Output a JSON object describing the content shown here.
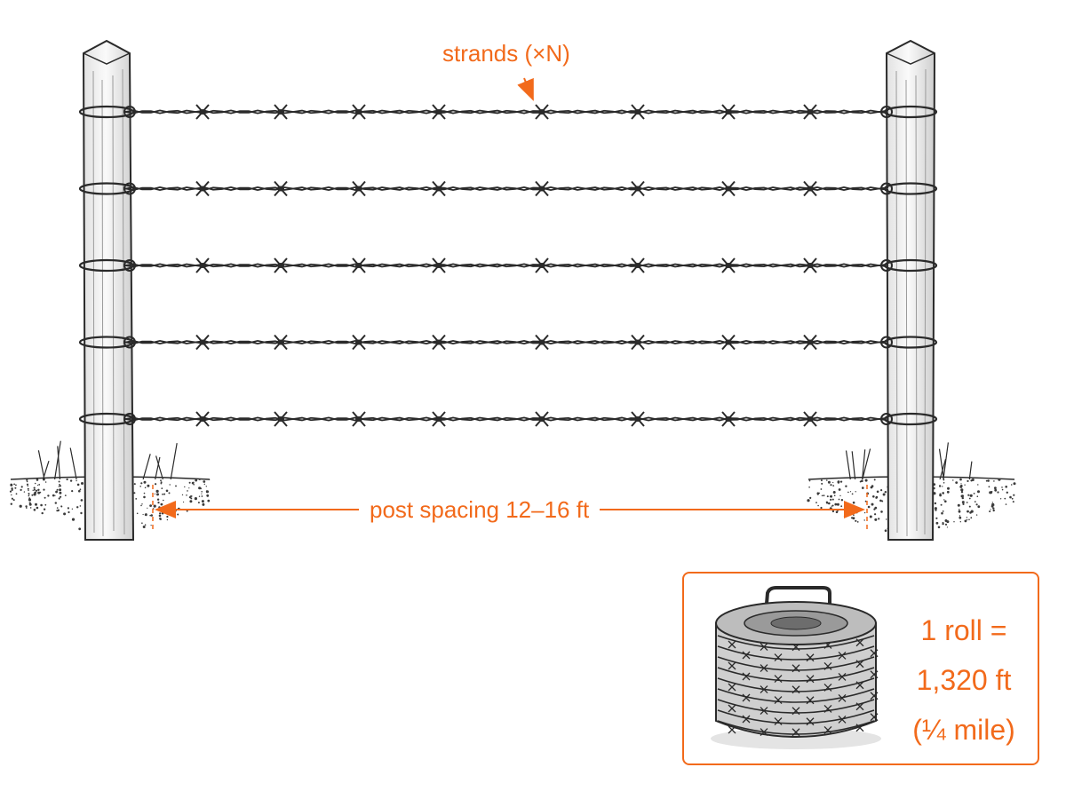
{
  "labels": {
    "strands": "strands (×N)",
    "post_spacing": "post spacing 12–16 ft"
  },
  "roll": {
    "line1": "1 roll =",
    "line2": "1,320 ft",
    "line3": "(¼ mile)"
  },
  "fence": {
    "strand_count": 5,
    "barbs_per_strand": 8
  },
  "colors": {
    "accent": "#f26a1b",
    "ink": "#2a2a2a",
    "post_fill": "#f3f3f3"
  },
  "icons": [
    "fence-post-icon",
    "barbed-wire-roll-icon",
    "grass-tuft-icon"
  ]
}
